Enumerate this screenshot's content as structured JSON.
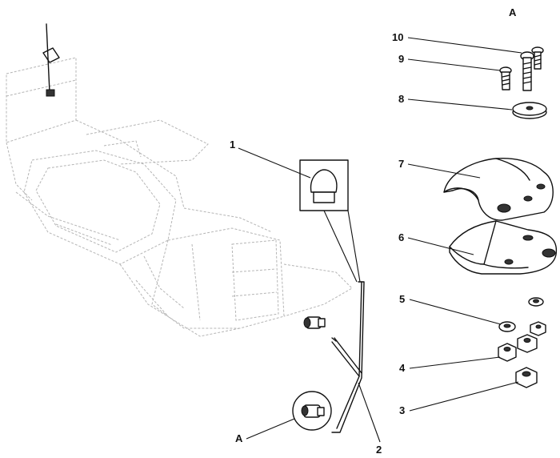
{
  "labels": {
    "detail_view_title": "A",
    "callout_1": "1",
    "callout_2": "2",
    "callout_3": "3",
    "callout_4": "4",
    "callout_5": "5",
    "callout_6": "6",
    "callout_7": "7",
    "callout_8": "8",
    "callout_9": "9",
    "callout_10": "10",
    "detail_ref": "A"
  }
}
